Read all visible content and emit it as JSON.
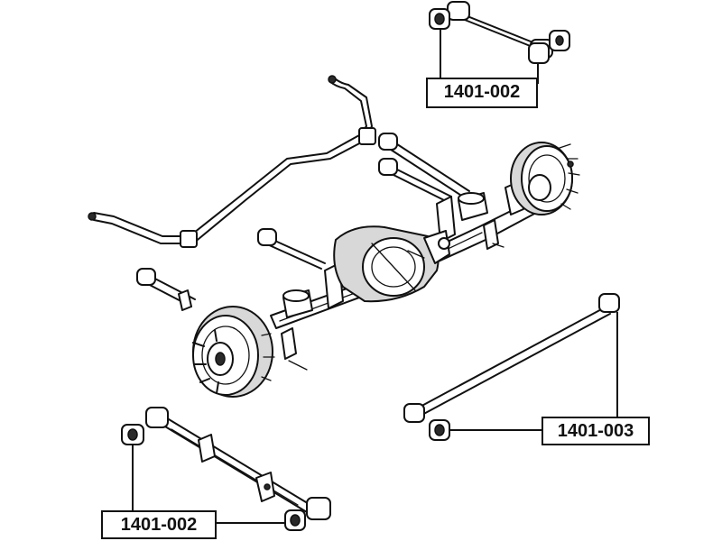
{
  "labels": {
    "top_right": "1401-002",
    "bottom_left": "1401-002",
    "right": "1401-003"
  }
}
